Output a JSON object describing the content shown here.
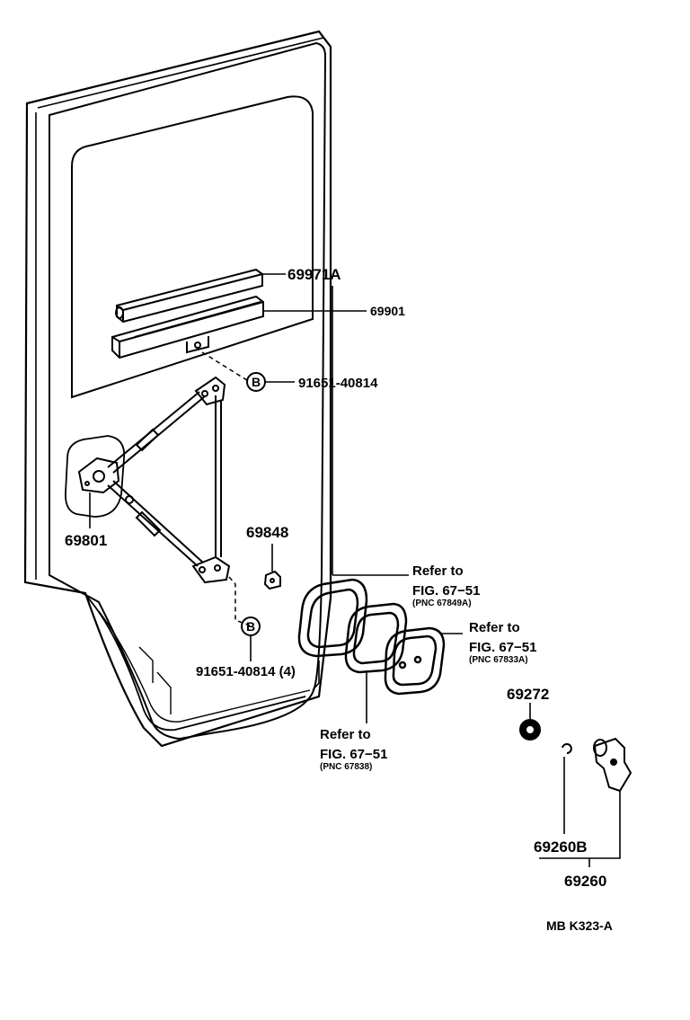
{
  "parts": {
    "p69971a": "69971A",
    "p69901": "69901",
    "p91651_top": "91651-40814",
    "p69801": "69801",
    "p69848": "69848",
    "p91651_bottom": "91651-40814 (4)",
    "p69272": "69272",
    "p69260b": "69260B",
    "p69260": "69260"
  },
  "callouts": {
    "b_marker": "B",
    "ref1": {
      "line1": "Refer to",
      "line2": "FIG. 67−51",
      "pnc": "(PNC 67849A)"
    },
    "ref2": {
      "line1": "Refer to",
      "line2": "FIG. 67−51",
      "pnc": "(PNC 67833A)"
    },
    "ref3": {
      "line1": "Refer to",
      "line2": "FIG. 67−51",
      "pnc": "(PNC 67838)"
    }
  },
  "diagram_code": "MB K323-A"
}
